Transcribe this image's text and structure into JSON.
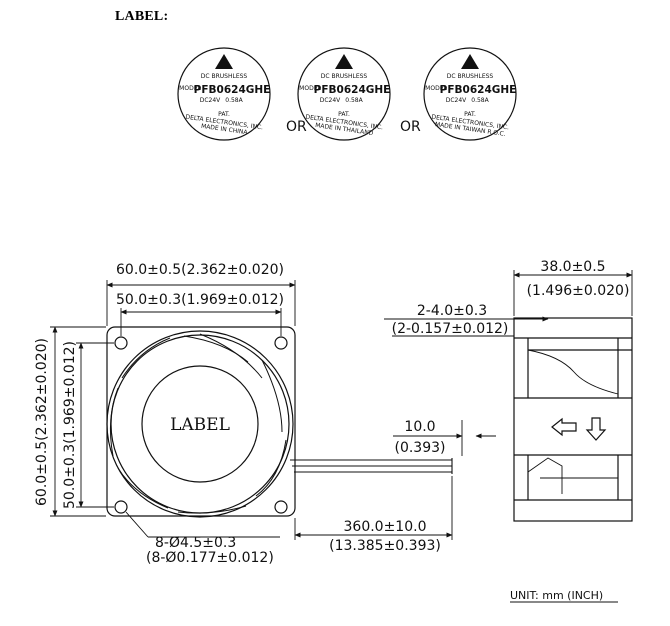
{
  "section_title": "LABEL:",
  "labels": [
    {
      "line1": "DC BRUSHLESS",
      "model_prefix": "MODEL",
      "model": "PFB0624GHE",
      "voltage": "DC24V",
      "current": "0.58A",
      "pat": "PAT.",
      "maker": "DELTA ELECTRONICS, INC.",
      "origin": "MADE IN CHINA"
    },
    {
      "line1": "DC BRUSHLESS",
      "model_prefix": "MODEL",
      "model": "PFB0624GHE",
      "voltage": "DC24V",
      "current": "0.58A",
      "pat": "PAT.",
      "maker": "DELTA ELECTRONICS, INC.",
      "origin": "MADE IN THAILAND"
    },
    {
      "line1": "DC BRUSHLESS",
      "model_prefix": "MODEL",
      "model": "PFB0624GHE",
      "voltage": "DC24V",
      "current": "0.58A",
      "pat": "PAT.",
      "maker": "DELTA ELECTRONICS, INC.",
      "origin": "MADE IN TAIWAN R.O.C."
    }
  ],
  "or_text": "OR",
  "front_view": {
    "dim_outer_width": "60.0±0.5(2.362±0.020)",
    "dim_hole_width": "50.0±0.3(1.969±0.012)",
    "dim_outer_height": "60.0±0.5(2.362±0.020)",
    "dim_hole_height": "50.0±0.3(1.969±0.012)",
    "hub_label": "LABEL",
    "dim_hole_dia_mm": "8-Ø4.5±0.3",
    "dim_hole_dia_in": "(8-Ø0.177±0.012)"
  },
  "lead": {
    "strip_mm": "10.0",
    "strip_in": "(0.393)",
    "length_mm": "360.0±10.0",
    "length_in": "(13.385±0.393)"
  },
  "side_view": {
    "depth_mm": "38.0±0.5",
    "depth_in": "(1.496±0.020)",
    "rib_mm": "2-4.0±0.3",
    "rib_in": "(2-0.157±0.012)"
  },
  "unit_note": "UNIT: mm (INCH)"
}
